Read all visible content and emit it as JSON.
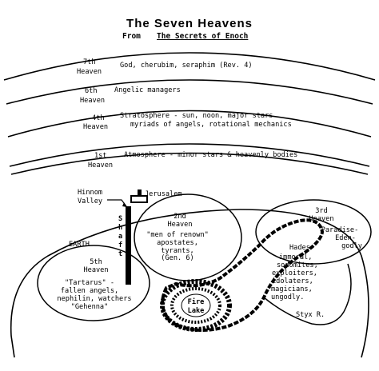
{
  "title": "The Seven Heavens",
  "subtitle_prefix": "From",
  "subtitle_source": "The Secrets of Enoch",
  "heavens": {
    "h7": {
      "number": "7th",
      "word": "Heaven",
      "desc": "God, cherubim, seraphim (Rev. 4)"
    },
    "h6": {
      "number": "6th",
      "word": "Heaven",
      "desc": "Angelic managers"
    },
    "h4": {
      "number": "4th",
      "word": "Heaven",
      "desc1": "Stratosphere - sun, noon, major stars",
      "desc2": "myriads of angels, rotational mechanics"
    },
    "h1": {
      "number": "1st",
      "word": "Heaven",
      "desc": "Atmosphere - minor stars & heavenly bodies"
    },
    "h2": {
      "number": "2nd",
      "word": "Heaven",
      "desc1": "\"men of renown\"",
      "desc2": "apostates,",
      "desc3": "tyrants,",
      "desc4": "(Gen. 6)"
    },
    "h3": {
      "number": "3rd",
      "word": "Heaven",
      "desc1": "Paradise-",
      "desc2": "Eden-",
      "desc3": "godly"
    },
    "h5": {
      "number": "5th",
      "word": "Heaven",
      "desc1": "\"Tartarus\" -",
      "desc2": "fallen angels,",
      "desc3": "nephilin, watchers",
      "desc4": "\"Gehenna\""
    }
  },
  "places": {
    "hinnom1": "Hinnom",
    "hinnom2": "Valley",
    "jerusalem": "Jerusalem",
    "earth": "EARTH",
    "shaft": [
      "S",
      "h",
      "a",
      "f",
      "t"
    ],
    "hades": [
      "Hades",
      "immoral,",
      "sodomites,",
      "exploiters,",
      "idolaters,",
      "magicians,",
      "ungodly."
    ],
    "fire1": "Fire",
    "fire2": "Lake",
    "styx": "Styx R."
  }
}
